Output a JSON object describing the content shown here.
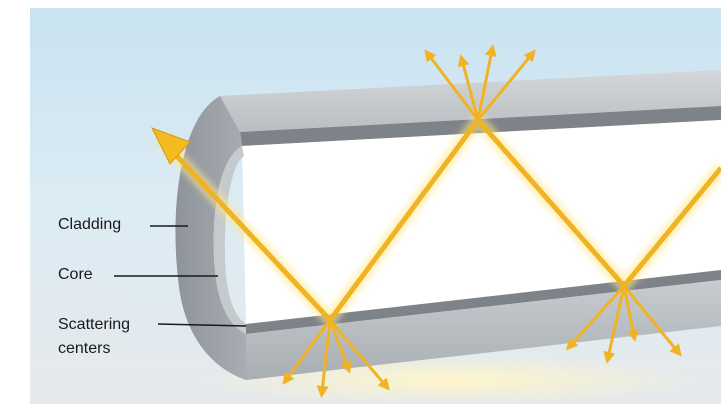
{
  "labels": {
    "cladding": "Cladding",
    "core": "Core",
    "scattering_line1": "Scattering",
    "scattering_line2": "centers"
  },
  "colors": {
    "background_top": "#cfe6f2",
    "background_bottom": "#e9eef2",
    "cladding": "#b8bec3",
    "core": "#ffffff",
    "light_ray": "#f0b323",
    "label_text": "#1a1a1a"
  }
}
